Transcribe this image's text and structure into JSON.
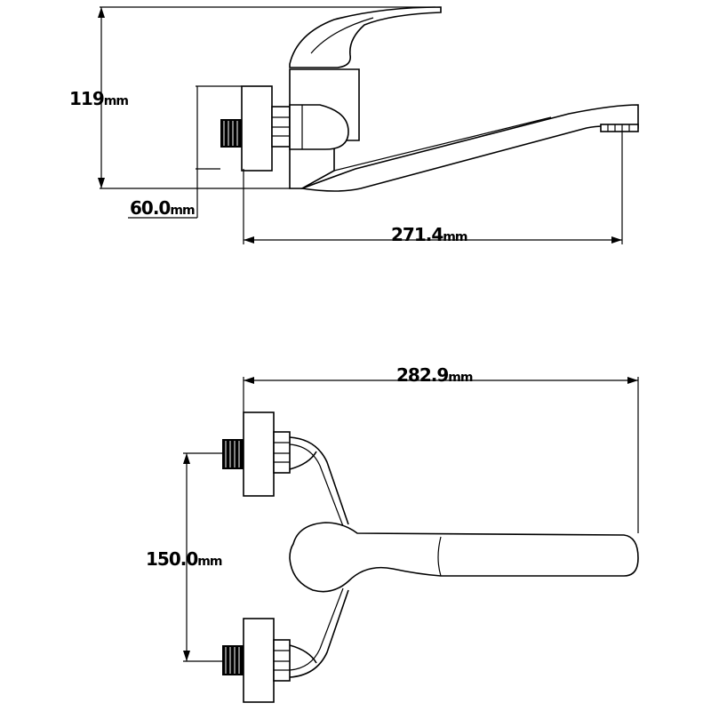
{
  "dimensions": {
    "height": {
      "value": "119",
      "unit": "mm"
    },
    "wall_offset": {
      "value": "60.0",
      "unit": "mm"
    },
    "spout_reach": {
      "value": "271.4",
      "unit": "mm"
    },
    "total_length": {
      "value": "282.9",
      "unit": "mm"
    },
    "inlet_spacing": {
      "value": "150.0",
      "unit": "mm"
    }
  },
  "colors": {
    "line": "#000000",
    "background": "#ffffff"
  }
}
